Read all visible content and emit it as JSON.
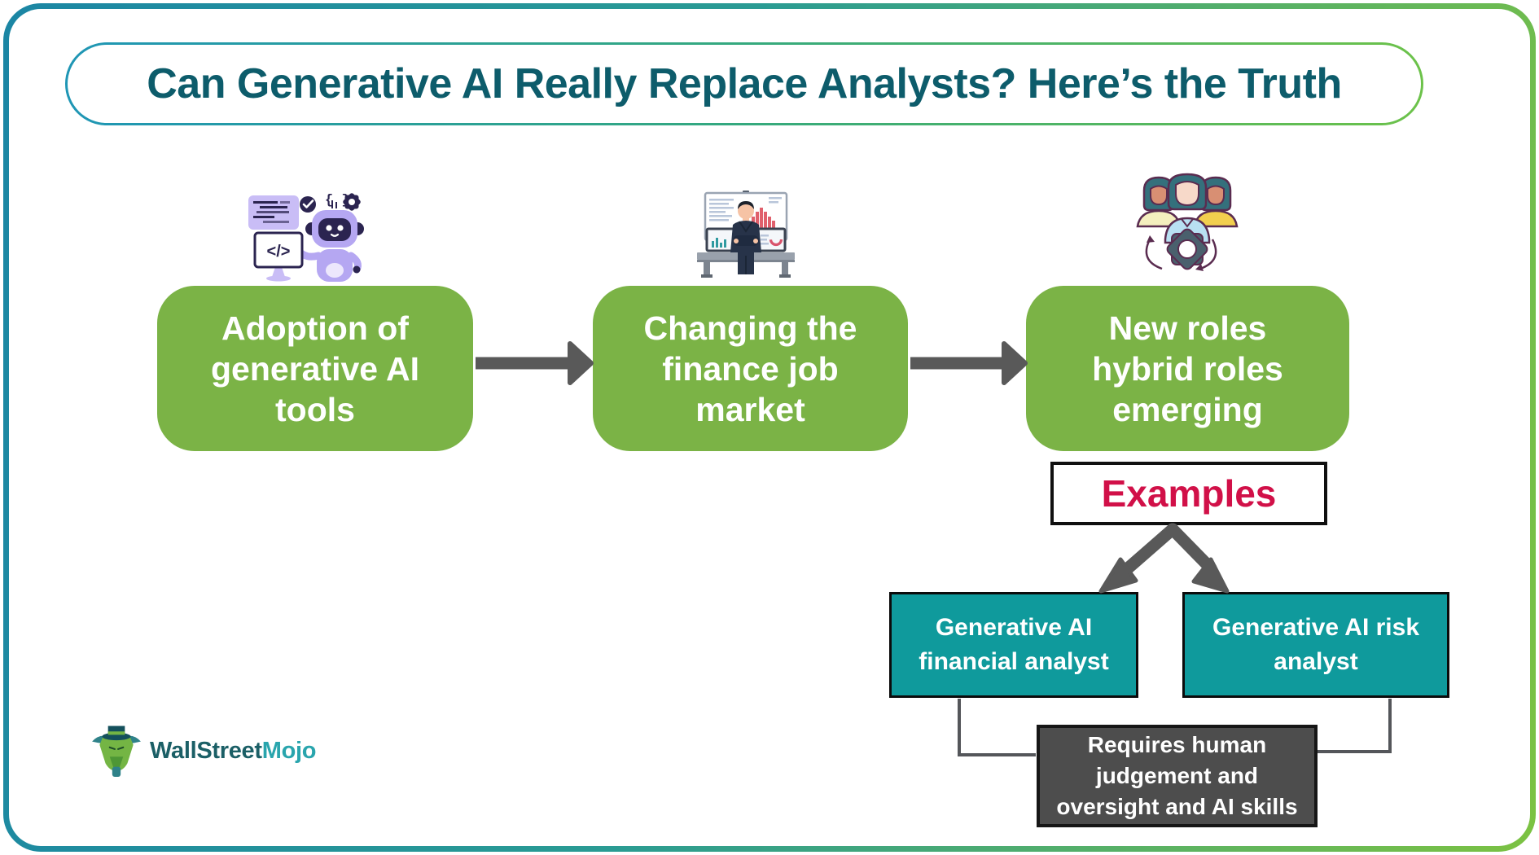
{
  "title": {
    "text": "Can Generative AI Really Replace Analysts? Here’s the Truth",
    "color": "#0d5c6b"
  },
  "flow": {
    "box_color": "#7bb346",
    "arrow_color": "#595959",
    "steps": [
      {
        "label": "Adoption of\ngenerative AI\ntools",
        "icon": "robot-generative-ai-icon"
      },
      {
        "label": "Changing the\nfinance job\nmarket",
        "icon": "analyst-presentation-icon"
      },
      {
        "label": "New roles\nhybrid roles\nemerging",
        "icon": "team-gear-icon"
      }
    ]
  },
  "examples": {
    "header": "Examples",
    "header_color": "#d11048",
    "item_color": "#0f9a9c",
    "items": [
      {
        "label": "Generative AI\nfinancial analyst"
      },
      {
        "label": "Generative AI risk\nanalyst"
      }
    ],
    "note": {
      "label": "Requires human\njudgement and\noversight and AI skills",
      "color": "#4d4d4d"
    }
  },
  "branding": {
    "name_part1": "WallStreet",
    "name_part2": "Mojo",
    "part1_color": "#1b5f66",
    "part2_color": "#29a5ad"
  },
  "frame": {
    "gradient_start": "#1b86a4",
    "gradient_end": "#7cc242"
  }
}
